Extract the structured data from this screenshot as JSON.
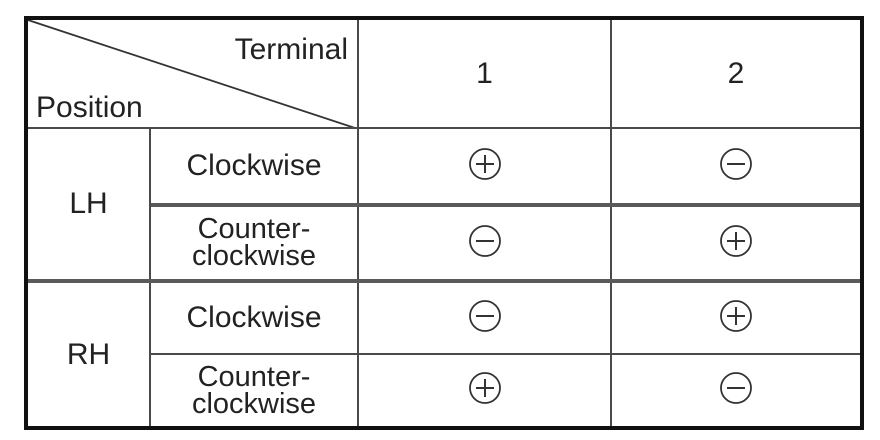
{
  "table": {
    "header": {
      "corner_top": "Terminal",
      "corner_bottom": "Position",
      "terminals": [
        "1",
        "2"
      ]
    },
    "groups": [
      {
        "position": "LH",
        "rows": [
          {
            "direction": "Clockwise",
            "terminal_1": "plus",
            "terminal_2": "minus"
          },
          {
            "direction": "Counter-\nclockwise",
            "terminal_1": "minus",
            "terminal_2": "plus"
          }
        ]
      },
      {
        "position": "RH",
        "rows": [
          {
            "direction": "Clockwise",
            "terminal_1": "minus",
            "terminal_2": "plus"
          },
          {
            "direction": "Counter-\nclockwise",
            "terminal_1": "plus",
            "terminal_2": "minus"
          }
        ]
      }
    ],
    "sign_icons": {
      "plus": "circled-plus-icon",
      "minus": "circled-minus-icon"
    }
  }
}
